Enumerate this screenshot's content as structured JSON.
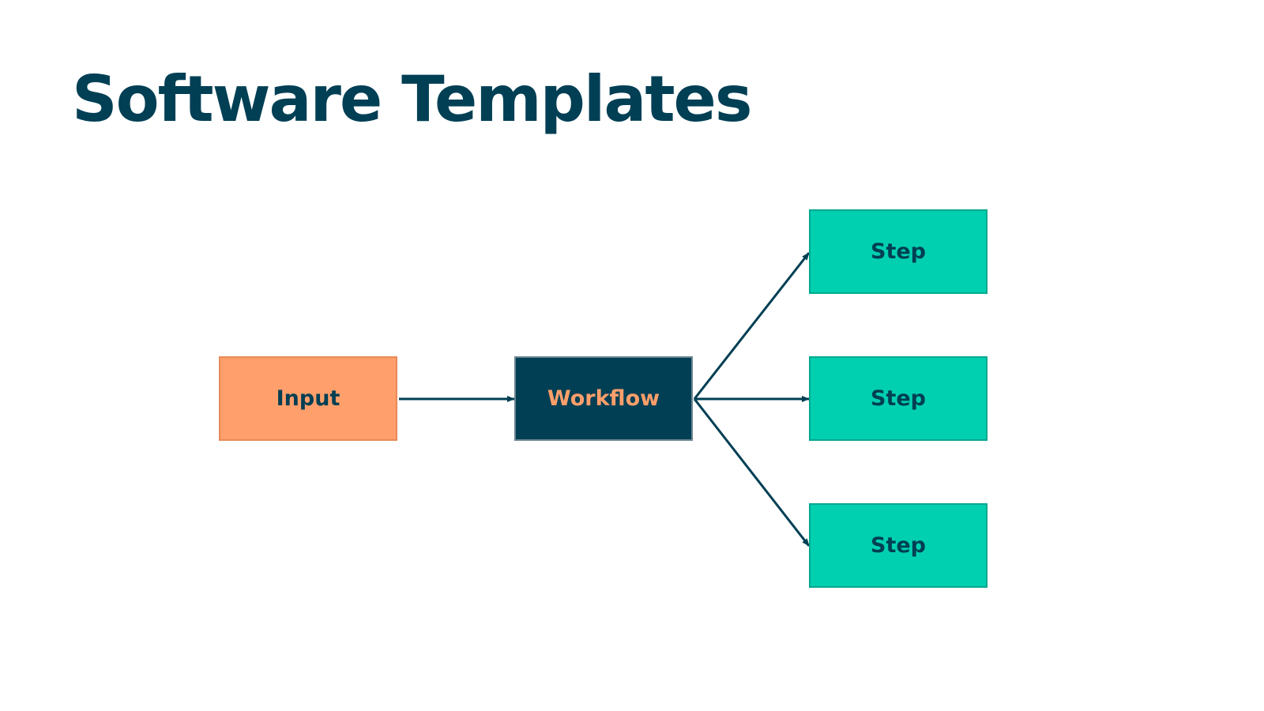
{
  "slide": {
    "title": "Software Templates"
  },
  "diagram": {
    "input": {
      "label": "Input"
    },
    "workflow": {
      "label": "Workflow"
    },
    "steps": [
      {
        "label": "Step"
      },
      {
        "label": "Step"
      },
      {
        "label": "Step"
      }
    ],
    "edges": [
      {
        "from": "Input",
        "to": "Workflow"
      },
      {
        "from": "Workflow",
        "to": "Step 1"
      },
      {
        "from": "Workflow",
        "to": "Step 2"
      },
      {
        "from": "Workflow",
        "to": "Step 3"
      }
    ]
  },
  "colors": {
    "title": "#003f54",
    "input_fill": "#ff9f6b",
    "workflow_fill": "#003f54",
    "workflow_text": "#ff9f6b",
    "step_fill": "#00d0b0",
    "arrow": "#003f54"
  }
}
